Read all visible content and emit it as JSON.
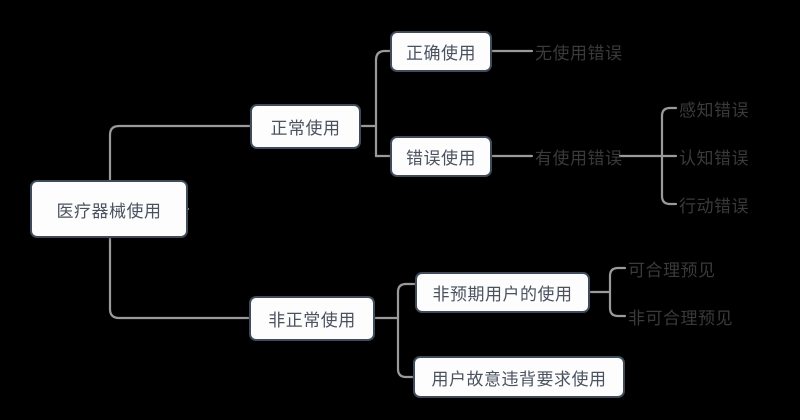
{
  "diagram": {
    "type": "mind-map",
    "title": "医疗器械使用",
    "background_color": "#000000",
    "node_fill_color": "#fdfdfd",
    "node_border_color": "#3f4a5a",
    "node_text_color": "#4a5260",
    "leaf_text_color": "#3a3a3a",
    "connector_color": "#9a9a9a"
  },
  "nodes": {
    "root": {
      "label": "医疗器械使用"
    },
    "normal_use": {
      "label": "正常使用"
    },
    "abnormal_use": {
      "label": "非正常使用"
    },
    "correct_use": {
      "label": "正确使用"
    },
    "wrong_use": {
      "label": "错误使用"
    },
    "unexpected_user_use": {
      "label": "非预期用户的使用"
    },
    "intentional_violation_use": {
      "label": "用户故意违背要求使用"
    }
  },
  "leaves": {
    "no_use_error": {
      "label": "无使用错误"
    },
    "has_use_error": {
      "label": "有使用错误"
    },
    "perception_error": {
      "label": "感知错误"
    },
    "cognition_error": {
      "label": "认知错误"
    },
    "action_error": {
      "label": "行动错误"
    },
    "reasonably_foreseeable": {
      "label": "可合理预见"
    },
    "not_reasonably_foreseeable": {
      "label": "非可合理预见"
    }
  },
  "hierarchy": [
    {
      "label": "医疗器械使用",
      "children": [
        {
          "label": "正常使用",
          "children": [
            {
              "label": "正确使用",
              "children": [
                {
                  "label": "无使用错误",
                  "children": []
                }
              ]
            },
            {
              "label": "错误使用",
              "children": [
                {
                  "label": "有使用错误",
                  "children": [
                    {
                      "label": "感知错误",
                      "children": []
                    },
                    {
                      "label": "认知错误",
                      "children": []
                    },
                    {
                      "label": "行动错误",
                      "children": []
                    }
                  ]
                }
              ]
            }
          ]
        },
        {
          "label": "非正常使用",
          "children": [
            {
              "label": "非预期用户的使用",
              "children": [
                {
                  "label": "可合理预见",
                  "children": []
                },
                {
                  "label": "非可合理预见",
                  "children": []
                }
              ]
            },
            {
              "label": "用户故意违背要求使用",
              "children": []
            }
          ]
        }
      ]
    }
  ]
}
